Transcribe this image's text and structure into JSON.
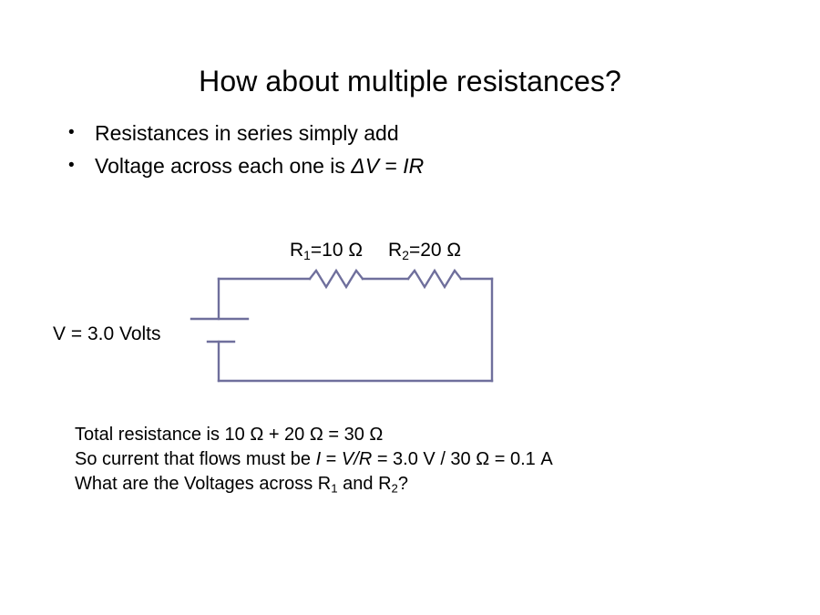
{
  "slide": {
    "title": "How about multiple resistances?",
    "bullets": [
      {
        "marker": "•",
        "text": "Resistances in series simply add"
      },
      {
        "marker": "•",
        "text_before": "Voltage across each one is ",
        "delta_v": "ΔV",
        "equals": " = ",
        "ir": "IR"
      }
    ],
    "circuit": {
      "resistor1_label_r": "R",
      "resistor1_label_sub": "1",
      "resistor1_label_value": "=10 Ω",
      "resistor2_label_r": "R",
      "resistor2_label_sub": "2",
      "resistor2_label_value": "=20 Ω",
      "source_label": "V = 3.0 Volts",
      "wire_color": "#6f6f9c",
      "resistor1_ohms": "10",
      "resistor2_ohms": "20",
      "source_volts": "3.0"
    },
    "explanation": {
      "line1": "Total resistance is 10 Ω + 20 Ω = 30 Ω",
      "line2_a": "So current that flows must be ",
      "line2_i": "I",
      "line2_b": " = ",
      "line2_vr": "V/R",
      "line2_c": " = 3.0 V / 30 Ω = 0.1 A",
      "line3_a": "What are the Voltages across R",
      "line3_sub1": "1",
      "line3_b": " and R",
      "line3_sub2": "2",
      "line3_c": "?"
    }
  }
}
